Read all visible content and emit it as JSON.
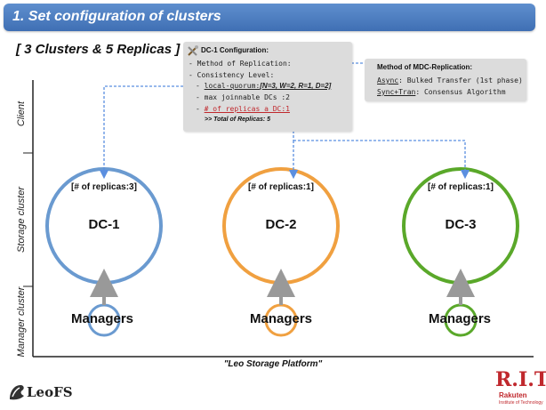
{
  "header": {
    "title": "1. Set  configuration of clusters",
    "subtitle": "[ 3 Clusters & 5 Replicas ]"
  },
  "side_labels": {
    "client": "Client",
    "storage": "Storage cluster",
    "manager": "Manager cluster"
  },
  "dc1_config": {
    "title": "DC-1 Configuration:",
    "line1": "- Method of Replication:",
    "line2": "- Consistency Level:",
    "line3_prefix": "- ",
    "line3_link": "local-quorum:",
    "line3_params": "[N=3, W=2, R=1, D=2]",
    "line4": "- max joinnable DCs :2",
    "line5_prefix": "- ",
    "line5_link": "# of replicas a DC:1",
    "line6": ">> Total of Replicas: 5"
  },
  "mdc": {
    "title": "Method of MDC-Replication:",
    "async_key": "Async",
    "async_text": ": Bulked Transfer (1st phase)",
    "sync_key": "Sync+Tran",
    "sync_text": ": Consensus Algorithm"
  },
  "clusters": [
    {
      "name": "DC-1",
      "replicas": "[# of replicas:3]",
      "manager": "Managers",
      "color": "#6a9ad0"
    },
    {
      "name": "DC-2",
      "replicas": "[# of replicas:1]",
      "manager": "Managers",
      "color": "#f0a040"
    },
    {
      "name": "DC-3",
      "replicas": "[# of replicas:1]",
      "manager": "Managers",
      "color": "#5aa82a"
    }
  ],
  "footer": {
    "platform": "\"Leo Storage Platform\"",
    "logo_left": "LeoFS",
    "logo_right": "R.I.T.",
    "logo_right_sub": "Rakuten",
    "logo_right_sub2": "Institute of Technology"
  },
  "colors": {
    "title_bar": "#4a7cc0",
    "dashed_arrow": "#5b8fe0",
    "highlight_red": "#c0282d"
  }
}
